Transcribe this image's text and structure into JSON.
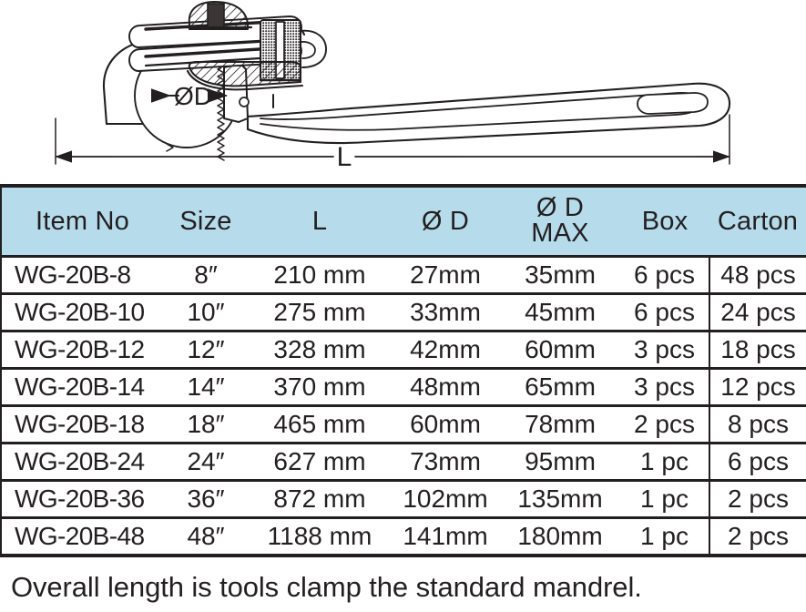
{
  "diagram": {
    "name": "pipe-wrench-technical-drawing",
    "labels": {
      "diameter": "ØD",
      "length": "L"
    }
  },
  "table": {
    "headers": [
      {
        "key": "item_no",
        "label": "Item No"
      },
      {
        "key": "size",
        "label": "Size"
      },
      {
        "key": "length",
        "label": "L"
      },
      {
        "key": "d",
        "label": "Ø D"
      },
      {
        "key": "d_max_line1",
        "label": "Ø D"
      },
      {
        "key": "d_max_line2",
        "label": "MAX"
      },
      {
        "key": "box",
        "label": "Box"
      },
      {
        "key": "carton",
        "label": "Carton"
      }
    ],
    "rows": [
      {
        "item_no": "WG-20B-8",
        "size": "8″",
        "length": "210 mm",
        "d": "27mm",
        "d_max": "35mm",
        "box": "6 pcs",
        "carton": "48 pcs"
      },
      {
        "item_no": "WG-20B-10",
        "size": "10″",
        "length": "275 mm",
        "d": "33mm",
        "d_max": "45mm",
        "box": "6 pcs",
        "carton": "24 pcs"
      },
      {
        "item_no": "WG-20B-12",
        "size": "12″",
        "length": "328 mm",
        "d": "42mm",
        "d_max": "60mm",
        "box": "3 pcs",
        "carton": "18 pcs"
      },
      {
        "item_no": "WG-20B-14",
        "size": "14″",
        "length": "370 mm",
        "d": "48mm",
        "d_max": "65mm",
        "box": "3 pcs",
        "carton": "12 pcs"
      },
      {
        "item_no": "WG-20B-18",
        "size": "18″",
        "length": "465 mm",
        "d": "60mm",
        "d_max": "78mm",
        "box": "2 pcs",
        "carton": "8 pcs"
      },
      {
        "item_no": "WG-20B-24",
        "size": "24″",
        "length": "627 mm",
        "d": "73mm",
        "d_max": "95mm",
        "box": "1 pc",
        "carton": "6 pcs"
      },
      {
        "item_no": "WG-20B-36",
        "size": "36″",
        "length": "872 mm",
        "d": "102mm",
        "d_max": "135mm",
        "box": "1 pc",
        "carton": "2 pcs"
      },
      {
        "item_no": "WG-20B-48",
        "size": "48″",
        "length": "1188 mm",
        "d": "141mm",
        "d_max": "180mm",
        "box": "1 pc",
        "carton": "2 pcs"
      }
    ]
  },
  "footer": {
    "note": "Overall length is tools clamp the standard mandrel."
  },
  "colors": {
    "header_bg": "#b6dcec",
    "line": "#231f20",
    "page_bg": "#ffffff"
  }
}
